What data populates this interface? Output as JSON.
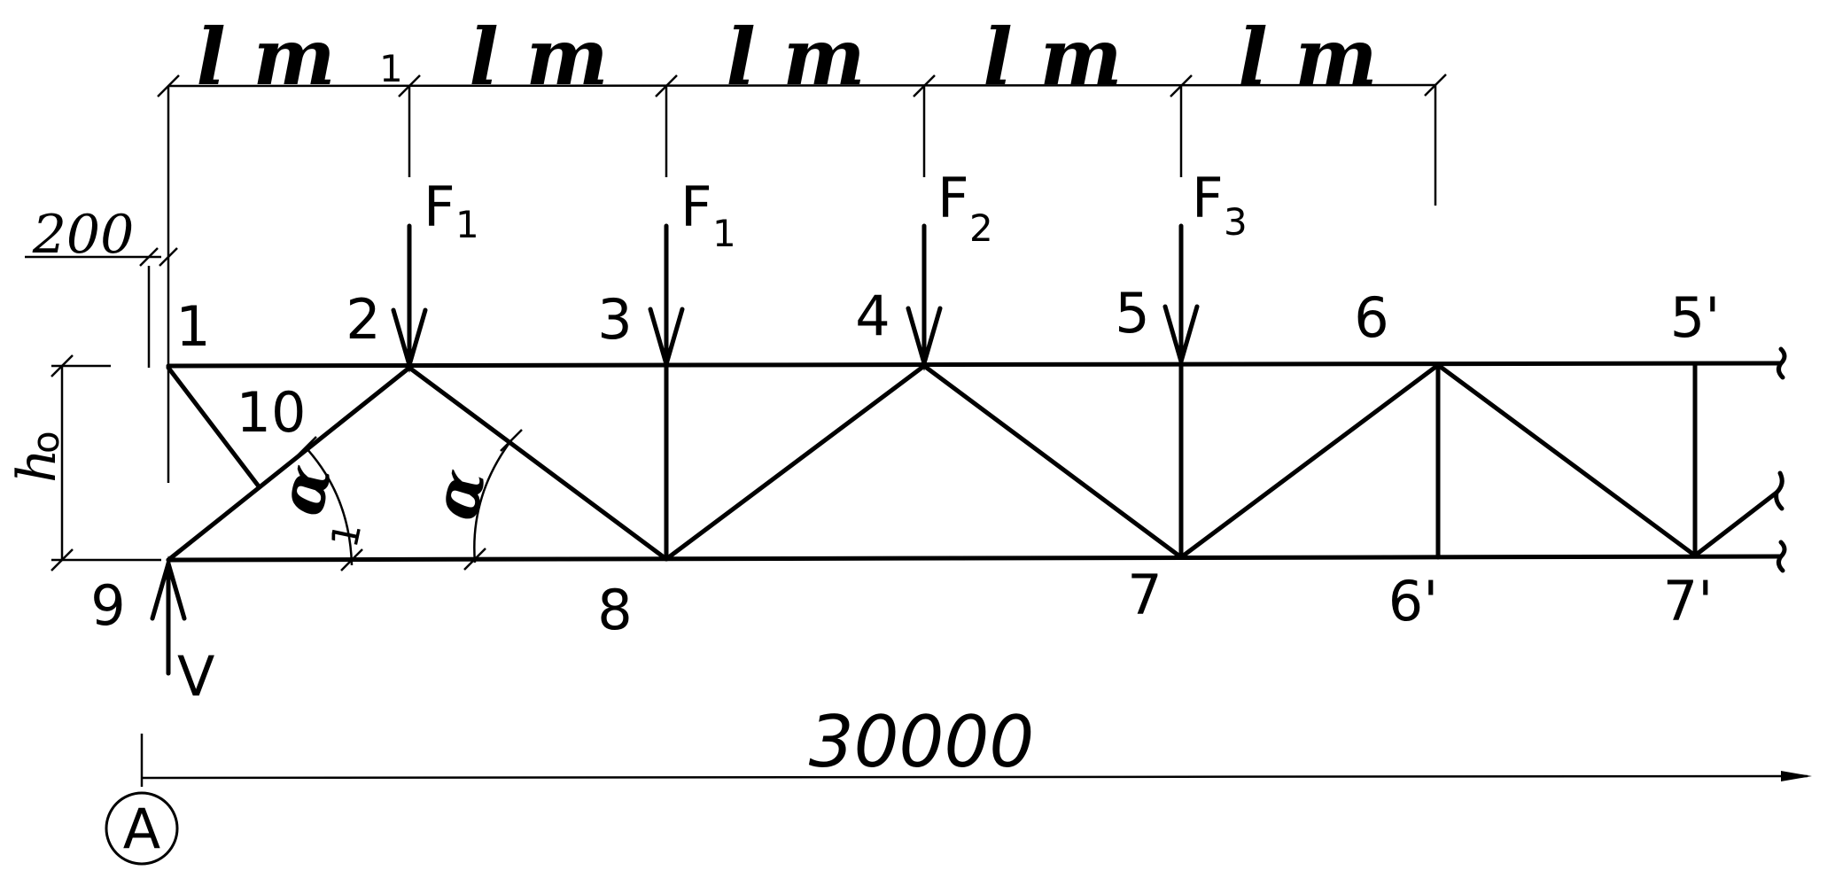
{
  "nodes": {
    "n1": "1",
    "n2": "2",
    "n3": "3",
    "n4": "4",
    "n5": "5",
    "n6": "6",
    "n5p": "5'",
    "n7": "7",
    "n6p": "6'",
    "n7p": "7'",
    "n8": "8",
    "n9": "9",
    "n10": "10"
  },
  "loads": {
    "f1a": {
      "main": "F",
      "sub": "1"
    },
    "f1b": {
      "main": "F",
      "sub": "1"
    },
    "f2": {
      "main": "F",
      "sub": "2"
    },
    "f3": {
      "main": "F",
      "sub": "3"
    }
  },
  "reaction": "V",
  "dimensions": {
    "panel_first": {
      "main": "l m",
      "sub": "1"
    },
    "panel": "l m",
    "offset": "200",
    "height": "h",
    "height_sub": "o",
    "span": "30000"
  },
  "angles": {
    "alpha1": {
      "main": "α",
      "sub": "1"
    },
    "alpha": "α"
  },
  "axis": "A"
}
